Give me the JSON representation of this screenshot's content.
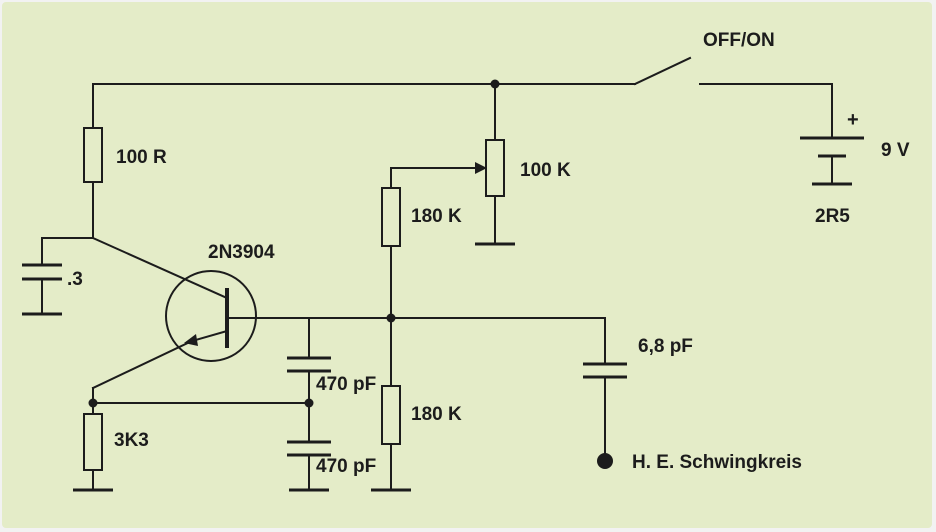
{
  "colors": {
    "background": "#e4ecc8",
    "line": "#1c1c1c",
    "frame": "#f2f2f2"
  },
  "labels": {
    "switch": "OFF/ON",
    "battery_polarity": "+",
    "battery_voltage": "9 V",
    "battery_type": "2R5",
    "r_supply": "100 R",
    "c_decoupling": ".3",
    "transistor": "2N3904",
    "potentiometer": "100 K",
    "r_bias_upper": "180 K",
    "r_bias_lower": "180 K",
    "r_emitter": "3K3",
    "c_feedback_upper": "470 pF",
    "c_feedback_lower": "470 pF",
    "c_coupling": "6,8 pF",
    "output": "H. E. Schwingkreis"
  }
}
